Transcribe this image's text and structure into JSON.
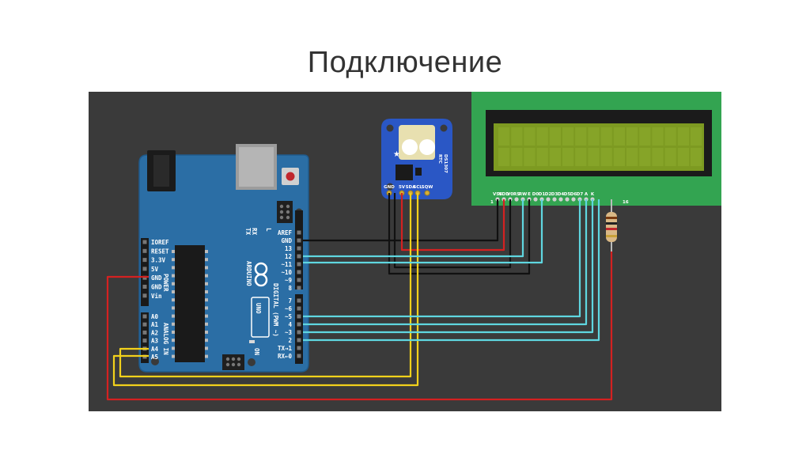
{
  "title": "Подключение",
  "arduino": {
    "logo_text": "ARDUINO",
    "model": "UNO",
    "on_label": "ON",
    "tx_label": "TX",
    "rx_label": "RX",
    "l_label": "L",
    "power_header": "POWER",
    "analog_header": "ANALOG IN",
    "digital_header": "DIGITAL (PWM ~)",
    "power_pins": [
      "IOREF",
      "RESET",
      "3.3V",
      "5V",
      "GND",
      "GND",
      "Vin"
    ],
    "analog_pins": [
      "A0",
      "A1",
      "A2",
      "A3",
      "A4",
      "A5"
    ],
    "digital_pins_top": [
      "AREF",
      "GND",
      "13",
      "12",
      "~11",
      "~10",
      "~9",
      "8"
    ],
    "digital_pins_bottom": [
      "7",
      "~6",
      "~5",
      "4",
      "~3",
      "2",
      "TX→1",
      "RX←0"
    ]
  },
  "rtc": {
    "name": "RTC",
    "chip": "DS1307",
    "pins": [
      "GND",
      "5V",
      "SDA",
      "SCL",
      "SQW"
    ]
  },
  "lcd": {
    "pins": [
      "VSS",
      "VDD",
      "V0",
      "RS",
      "RW",
      "E",
      "D0",
      "D1",
      "D2",
      "D3",
      "D4",
      "D5",
      "D6",
      "D7",
      "A",
      "K"
    ],
    "first_index": "1",
    "last_index": "16"
  },
  "colors": {
    "canvas": "#3a3a3a",
    "board": "#2b6ea5",
    "rtc_board": "#2a57c5",
    "lcd_board": "#33a451",
    "lcd_screen": "#7d9a21",
    "wire_black": "#111111",
    "wire_red": "#d42121",
    "wire_yellow": "#f2d11b",
    "wire_cyan": "#5fd6e0"
  }
}
